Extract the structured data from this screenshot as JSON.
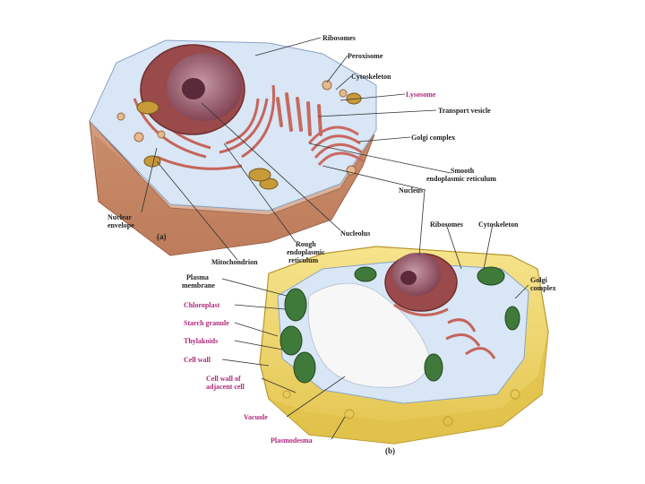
{
  "colors": {
    "label_dark": "#222222",
    "label_plant": "#b0287c",
    "leader": "#333333",
    "animal_cytoplasm": "#d9e6f5",
    "animal_base": "#c98a68",
    "nucleus": "#8f4a5a",
    "rough_er": "#c5655a",
    "plant_wall": "#f0d86a",
    "chloroplast": "#3f7a3a",
    "vacuole": "#f7f7f7"
  },
  "animal_cell": {
    "panel_label": "(a)",
    "labels": {
      "ribosomes": "Ribosomes",
      "peroxisome": "Peroxisome",
      "cytoskeleton": "Cytoskeleton",
      "lysosome": "Lysosome",
      "transport_vesicle": "Transport vesicle",
      "golgi_complex": "Golgi complex",
      "smooth_er_1": "Smooth",
      "smooth_er_2": "endoplasmic reticulum",
      "nucleus": "Nucleus",
      "nuclear_envelope_1": "Nuclear",
      "nuclear_envelope_2": "envelope",
      "nucleolus": "Nucleolus",
      "rough_er_1": "Rough",
      "rough_er_2": "endoplasmic",
      "rough_er_3": "reticulum",
      "mitochondrion": "Mitochondrion"
    }
  },
  "plant_cell": {
    "panel_label": "(b)",
    "labels": {
      "ribosomes": "Ribosomes",
      "cytoskeleton": "Cytoskeleton",
      "golgi_complex_1": "Golgi",
      "golgi_complex_2": "complex",
      "plasma_membrane_1": "Plasma",
      "plasma_membrane_2": "membrane",
      "chloroplast": "Chloroplast",
      "starch_granule": "Starch granule",
      "thylakoids": "Thylakoids",
      "cell_wall": "Cell wall",
      "adjacent_wall_1": "Cell wall of",
      "adjacent_wall_2": "adjacent cell",
      "vacuole": "Vacuole",
      "plasmodesma": "Plasmodesma"
    }
  }
}
